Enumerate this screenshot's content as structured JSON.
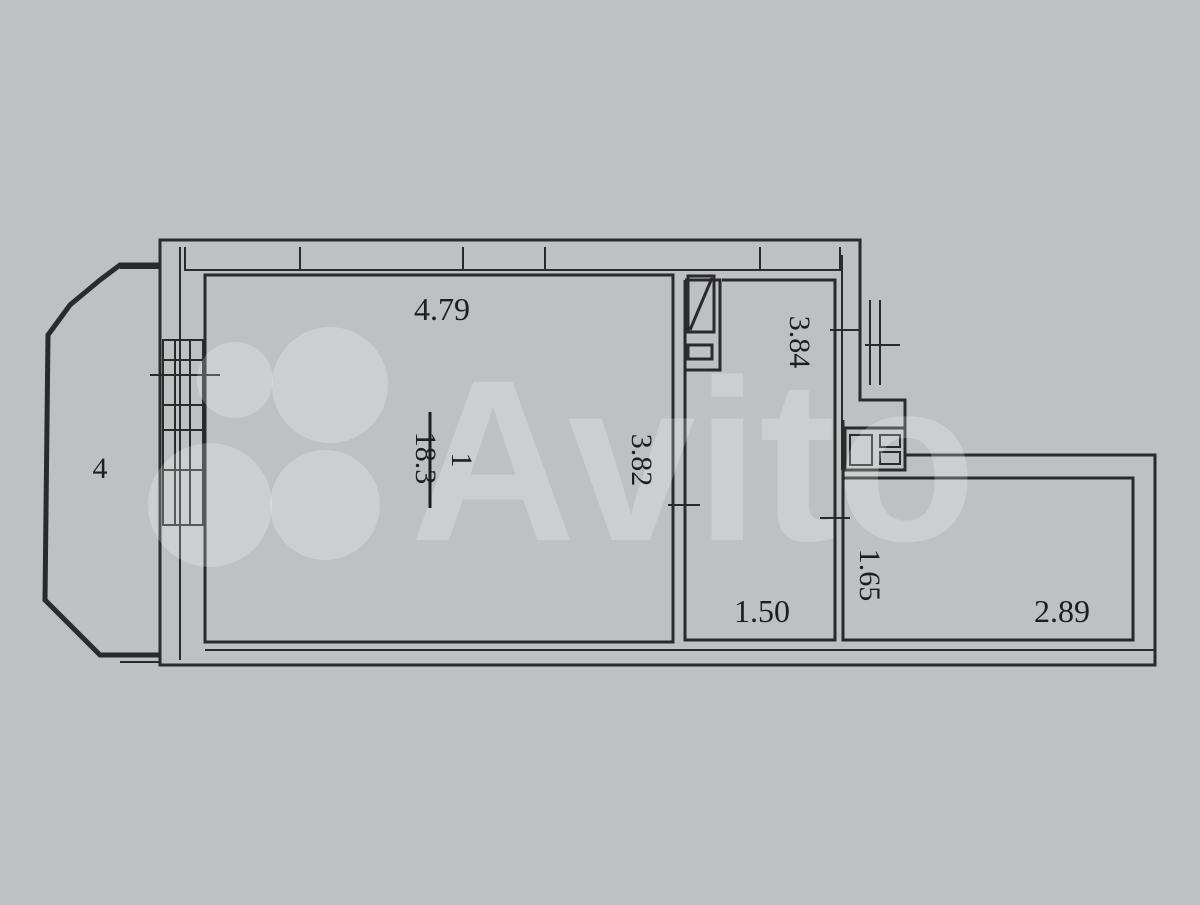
{
  "plan": {
    "balcony_number": "4",
    "room": {
      "number": "1",
      "area": "18.3",
      "width": "4.79",
      "depth": "3.82"
    },
    "hall": {
      "length": "3.84",
      "width": "1.50"
    },
    "bathroom": {
      "depth": "1.65",
      "width": "2.89"
    }
  },
  "watermark": {
    "text": "Avito"
  },
  "colors": {
    "paper": "#bfc0c2",
    "lines": "#2a2a2a",
    "watermark": "#ffffff"
  }
}
